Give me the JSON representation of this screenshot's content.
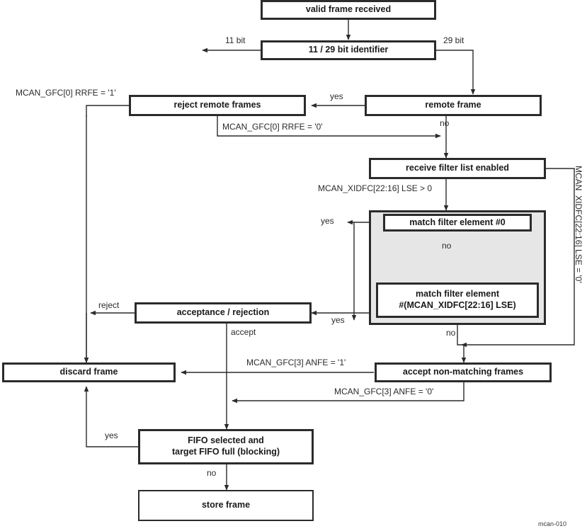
{
  "diagram": {
    "caption": "mcan-010",
    "colors": {
      "stroke": "#2b2b2b",
      "group_fill": "#e6e6e6",
      "node_fill": "#ffffff",
      "text": "#1a1a1a"
    },
    "nodes": [
      {
        "id": "valid-frame-received",
        "label": "valid frame received"
      },
      {
        "id": "bit-identifier",
        "label": "11 / 29 bit identifier"
      },
      {
        "id": "reject-remote-frames",
        "label": "reject remote frames"
      },
      {
        "id": "remote-frame",
        "label": "remote frame"
      },
      {
        "id": "receive-filter-list-enabled",
        "label": "receive filter list enabled"
      },
      {
        "id": "match-filter-element-0",
        "label": "match filter element #0"
      },
      {
        "id": "match-filter-element-n-line1",
        "label": "match filter element"
      },
      {
        "id": "match-filter-element-n-line2",
        "label": "#(MCAN_XIDFC[22:16] LSE)"
      },
      {
        "id": "acceptance-rejection",
        "label": "acceptance / rejection"
      },
      {
        "id": "accept-non-matching-frames",
        "label": "accept non-matching frames"
      },
      {
        "id": "discard-frame",
        "label": "discard frame"
      },
      {
        "id": "fifo-blocking-line1",
        "label": "FIFO selected and"
      },
      {
        "id": "fifo-blocking-line2",
        "label": "target FIFO full (blocking)"
      },
      {
        "id": "store-frame",
        "label": "store frame"
      }
    ],
    "edge_labels": {
      "bit_11": "11 bit",
      "bit_29": "29 bit",
      "rrfe_1": "MCAN_GFC[0] RRFE = '1'",
      "rrfe_0": "MCAN_GFC[0] RRFE = '0'",
      "remote_yes": "yes",
      "remote_no": "no",
      "lse_gt_0": "MCAN_XIDFC[22:16] LSE > 0",
      "lse_eq_0": "MCAN_XIDFC[22:16] LSE = '0'",
      "match0_yes": "yes",
      "match0_no": "no",
      "matchn_yes": "yes",
      "matchn_no": "no",
      "reject": "reject",
      "accept": "accept",
      "anfe_1": "MCAN_GFC[3] ANFE = '1'",
      "anfe_0": "MCAN_GFC[3] ANFE = '0'",
      "fifo_yes": "yes",
      "fifo_no": "no"
    }
  }
}
